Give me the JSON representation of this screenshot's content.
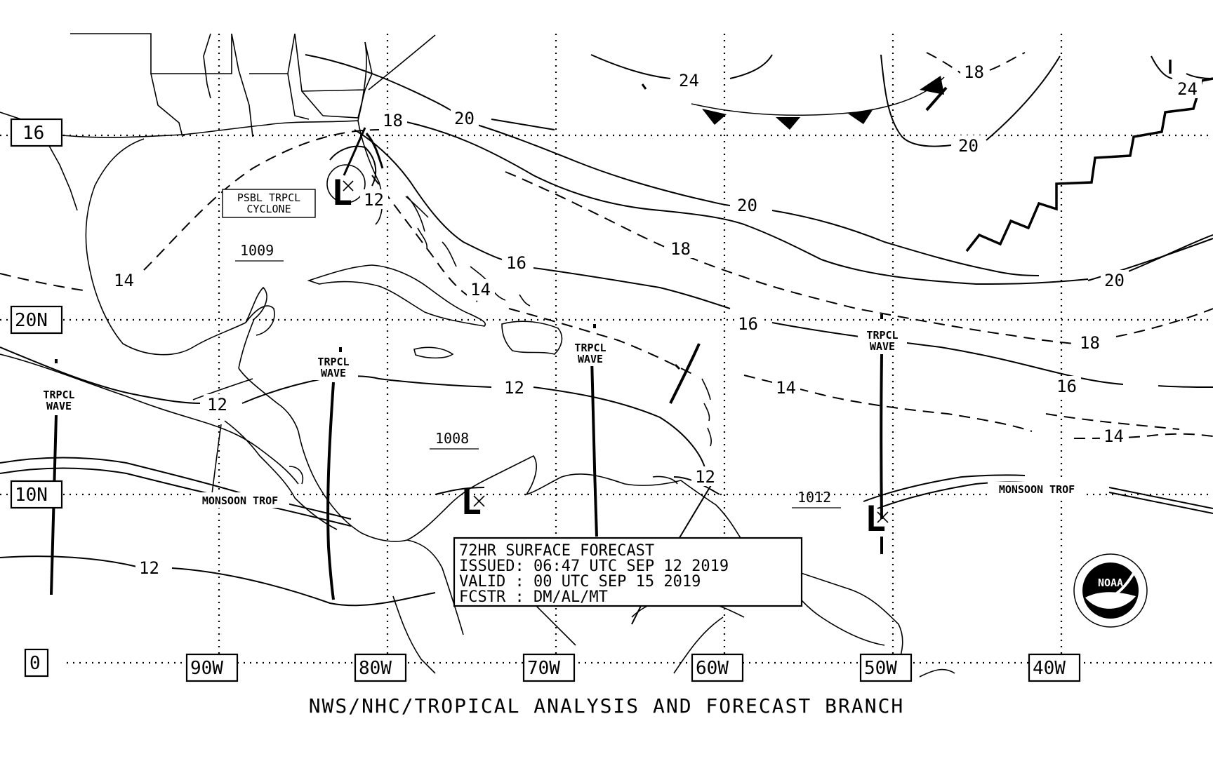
{
  "map": {
    "title_box": {
      "line1": "72HR SURFACE FORECAST",
      "line2": "ISSUED: 06:47 UTC SEP 12 2019",
      "line3": "VALID : 00 UTC SEP 15 2019",
      "line4": "FCSTR : DM/AL/MT"
    },
    "footer": "NWS/NHC/TROPICAL ANALYSIS AND FORECAST BRANCH",
    "latitude_labels": [
      "20N",
      "10N",
      "0"
    ],
    "longitude_labels": [
      "90W",
      "80W",
      "70W",
      "60W",
      "50W",
      "40W"
    ],
    "corner_label": "16",
    "isobar_labels": {
      "gulf_14": "14",
      "nw_gulf_12": "12",
      "low_12": "12",
      "sw_12": "12",
      "carib_12": "12",
      "antilles_12": "12",
      "fl_18": "18",
      "fl_20": "20",
      "bah_16": "16",
      "bah_14": "14",
      "atl_24": "24",
      "atl_20": "20",
      "atl_18": "18",
      "atl_16": "16",
      "atl_14": "14",
      "ne_18": "18",
      "ne_20": "20",
      "e_20": "20",
      "e_18": "18",
      "e_16": "16",
      "e_14": "14",
      "far_24": "24"
    },
    "pressure_centers": [
      "1009",
      "1008",
      "1012"
    ],
    "possible_cyclone": {
      "line1": "PSBL TRPCL",
      "line2": "CYCLONE"
    },
    "tropical_waves": [
      {
        "line1": "TRPCL",
        "line2": "WAVE"
      },
      {
        "line1": "TRPCL",
        "line2": "WAVE"
      },
      {
        "line1": "TRPCL",
        "line2": "WAVE"
      },
      {
        "line1": "TRPCL",
        "line2": "WAVE"
      }
    ],
    "monsoon_trof_labels": [
      "MONSOON TROF",
      "MONSOON TROF"
    ],
    "low_symbol": "L",
    "logo_text": "NOAA"
  }
}
